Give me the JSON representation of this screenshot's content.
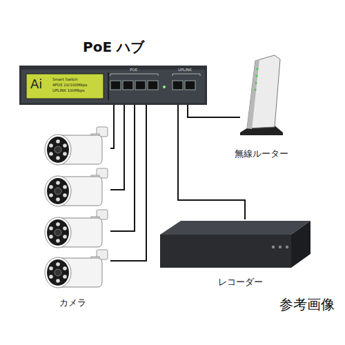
{
  "diagram": {
    "nodes": [
      {
        "text": [
          "PoE ハブ"
        ]
      },
      {
        "text": [
          "無線ルーター"
        ]
      },
      {
        "text": []
      },
      {
        "text": []
      },
      {
        "text": []
      },
      {
        "text": [
          "カメラ"
        ]
      },
      {
        "text": [
          "レコーダー"
        ]
      }
    ],
    "edges": [
      {
        "from": 0,
        "to": 2,
        "arrow": "none"
      },
      {
        "from": 0,
        "to": 3,
        "arrow": "none"
      },
      {
        "from": 0,
        "to": 4,
        "arrow": "none"
      },
      {
        "from": 0,
        "to": 5,
        "arrow": "none"
      },
      {
        "from": 0,
        "to": 1,
        "arrow": "none"
      },
      {
        "from": 0,
        "to": 6,
        "arrow": "none"
      }
    ],
    "labels": [
      "Ai",
      "Smart Switch",
      "4POE 10/100Mbps",
      "UPLINK 100Mbps",
      "POE",
      "UPLINK",
      "参考画像"
    ]
  }
}
